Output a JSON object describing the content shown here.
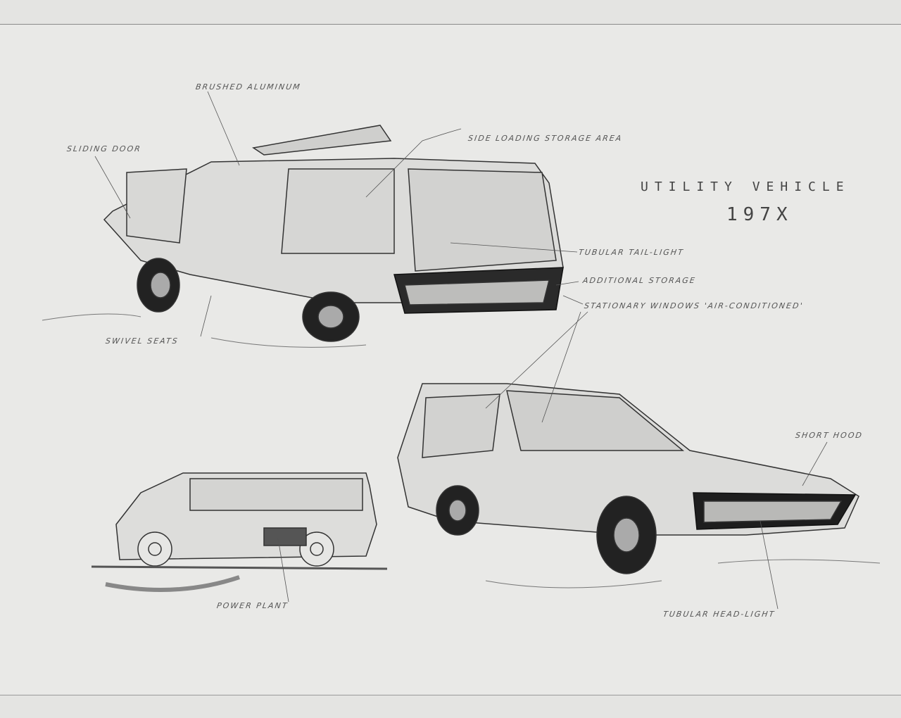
{
  "title": {
    "line1": "UTILITY VEHICLE",
    "line2": "197X"
  },
  "labels": {
    "brushed_aluminum": "BRUSHED ALUMINUM",
    "side_loading": "SIDE LOADING STORAGE AREA",
    "sliding_door": "SLIDING DOOR",
    "tail_light": "TUBULAR TAIL-LIGHT",
    "additional_storage": "ADDITIONAL STORAGE",
    "stationary_windows": "STATIONARY WINDOWS 'AIR-CONDITIONED'",
    "swivel_seats": "SWIVEL SEATS",
    "short_hood": "SHORT HOOD",
    "power_plant": "POWER PLANT",
    "head_light": "TUBULAR HEAD-LIGHT"
  }
}
